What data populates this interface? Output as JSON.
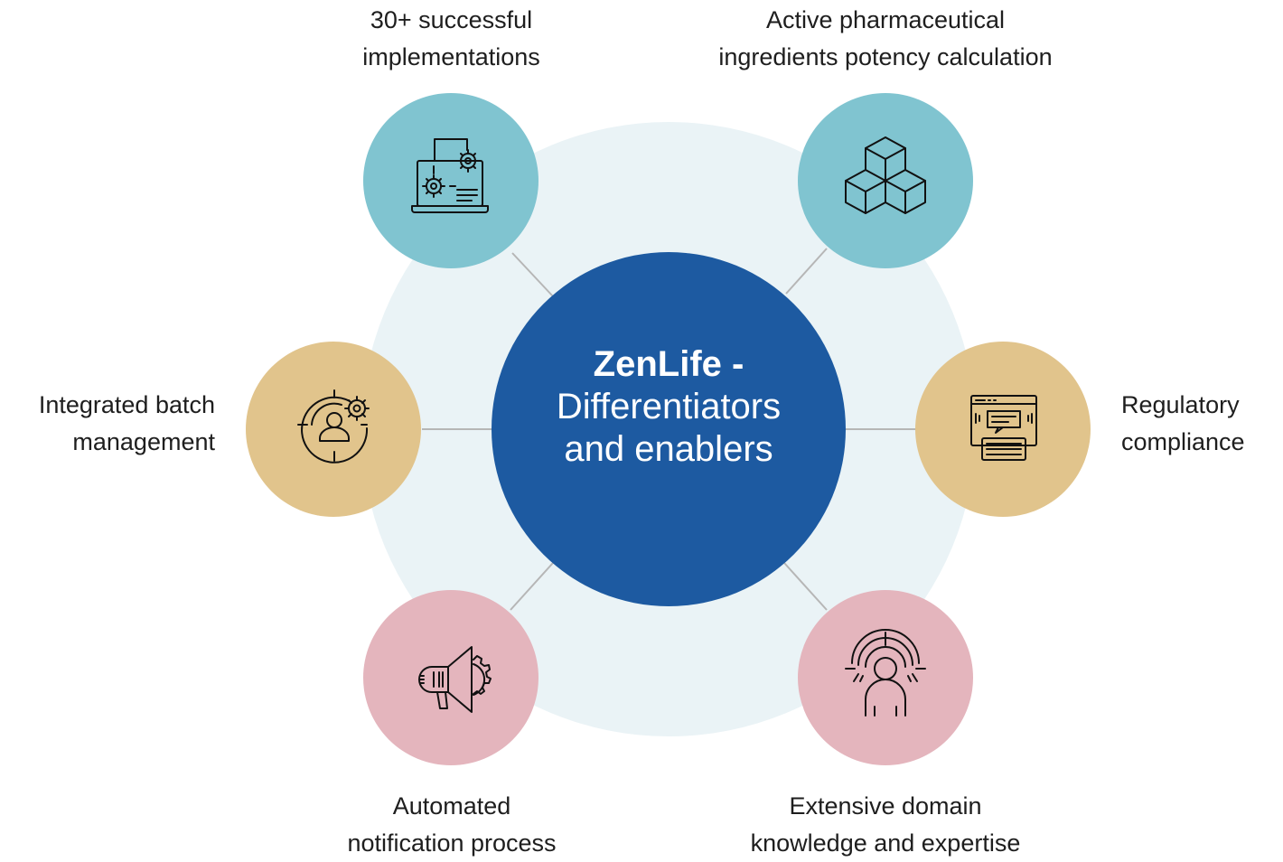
{
  "center": {
    "title_bold": "ZenLife -",
    "line2": "Differentiators",
    "line3": "and enablers"
  },
  "nodes": [
    {
      "id": "implementations",
      "line1": "30+ successful",
      "line2": "implementations",
      "icon": "laptop-gears-icon",
      "color": "#80c4d0"
    },
    {
      "id": "api-potency",
      "line1": "Active pharmaceutical",
      "line2": "ingredients potency calculation",
      "icon": "cubes-icon",
      "color": "#80c4d0"
    },
    {
      "id": "batch-management",
      "line1": "Integrated batch",
      "line2": "management",
      "icon": "user-target-gear-icon",
      "color": "#e1c48c"
    },
    {
      "id": "regulatory",
      "line1": "Regulatory",
      "line2": "compliance",
      "icon": "browser-chat-keyboard-icon",
      "color": "#e1c48c"
    },
    {
      "id": "notification",
      "line1": "Automated",
      "line2": "notification process",
      "icon": "megaphone-gear-icon",
      "color": "#e4b5bd"
    },
    {
      "id": "domain-knowledge",
      "line1": "Extensive domain",
      "line2": "knowledge and expertise",
      "icon": "person-signal-icon",
      "color": "#e4b5bd"
    }
  ],
  "colors": {
    "center": "#1d5aa1",
    "backdrop": "#eaf3f6",
    "connector": "#b6b6b6",
    "icon_stroke": "#111111"
  }
}
